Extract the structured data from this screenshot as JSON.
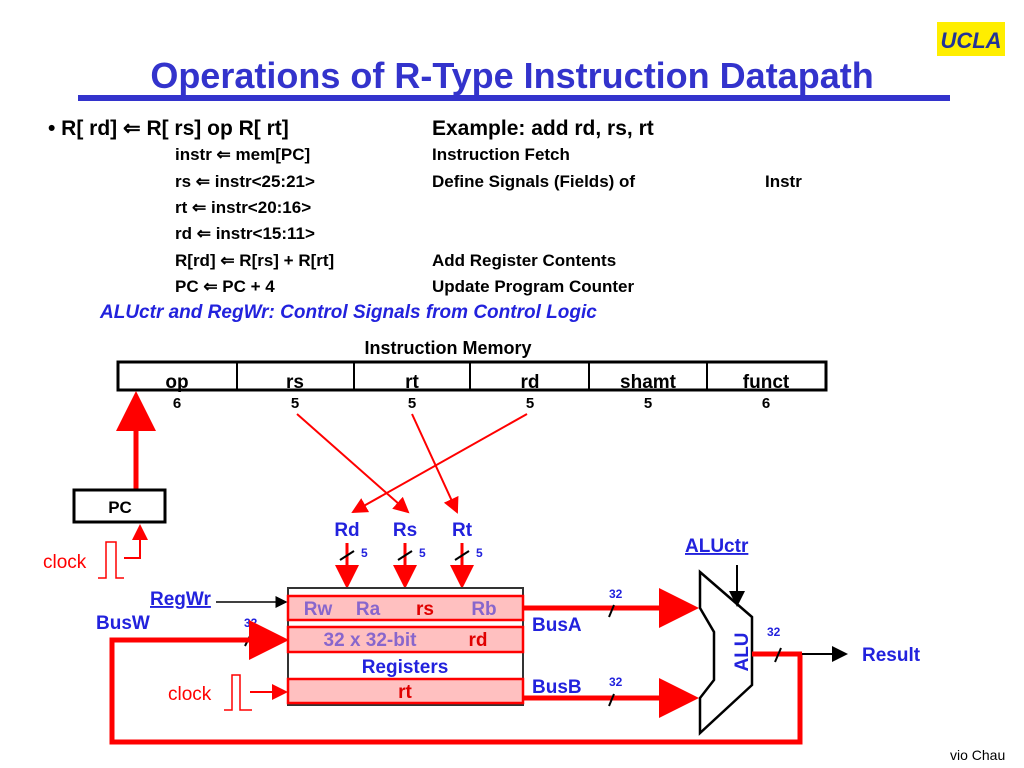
{
  "logo": {
    "text": "UCLA",
    "bg": "#ffee00"
  },
  "title": "Operations of R-Type Instruction Datapath",
  "bullet": {
    "left": "• R[ rd] ⇐ R[ rs] op R[ rt]",
    "right": "Example: add rd, rs, rt"
  },
  "steps": [
    {
      "left": "instr ⇐ mem[PC]",
      "right": "Instruction Fetch",
      "extra": ""
    },
    {
      "left": "rs ⇐ instr<25:21>",
      "right": "Define Signals (Fields) of",
      "extra": "Instr"
    },
    {
      "left": "rt ⇐ instr<20:16>",
      "right": "",
      "extra": ""
    },
    {
      "left": "rd ⇐ instr<15:11>",
      "right": "",
      "extra": ""
    },
    {
      "left": "R[rd] ⇐ R[rs] + R[rt]",
      "right": "Add Register Contents",
      "extra": ""
    },
    {
      "left": "PC ⇐ PC + 4",
      "right": "Update Program Counter",
      "extra": ""
    }
  ],
  "note": "ALUctr and RegWr: Control Signals from Control Logic",
  "instruction_memory": {
    "label": "Instruction Memory",
    "fields": [
      {
        "name": "op",
        "bits": "6"
      },
      {
        "name": "rs",
        "bits": "5"
      },
      {
        "name": "rt",
        "bits": "5"
      },
      {
        "name": "rd",
        "bits": "5"
      },
      {
        "name": "shamt",
        "bits": "5"
      },
      {
        "name": "funct",
        "bits": "6"
      }
    ]
  },
  "pc": "PC",
  "clock": "clock",
  "regfile": {
    "inputs": [
      "Rd",
      "Rs",
      "Rt"
    ],
    "width": "5",
    "ports": [
      "Rw",
      "Ra",
      "Rb"
    ],
    "line2": "32 x 32-bit",
    "line3": "Registers",
    "hl_rs": "rs",
    "hl_rd": "rd",
    "hl_rt": "rt"
  },
  "signals": {
    "regwr": "RegWr",
    "busw": "BusW",
    "busa": "BusA",
    "busb": "BusB",
    "aluctr": "ALUctr",
    "alu": "ALU",
    "result": "Result",
    "bus_width": "32"
  },
  "footer": "vio Chau",
  "colors": {
    "title": "#3333cc",
    "label": "#2222dd",
    "wire": "#ff0000",
    "highlight": "#ffc0c0"
  }
}
